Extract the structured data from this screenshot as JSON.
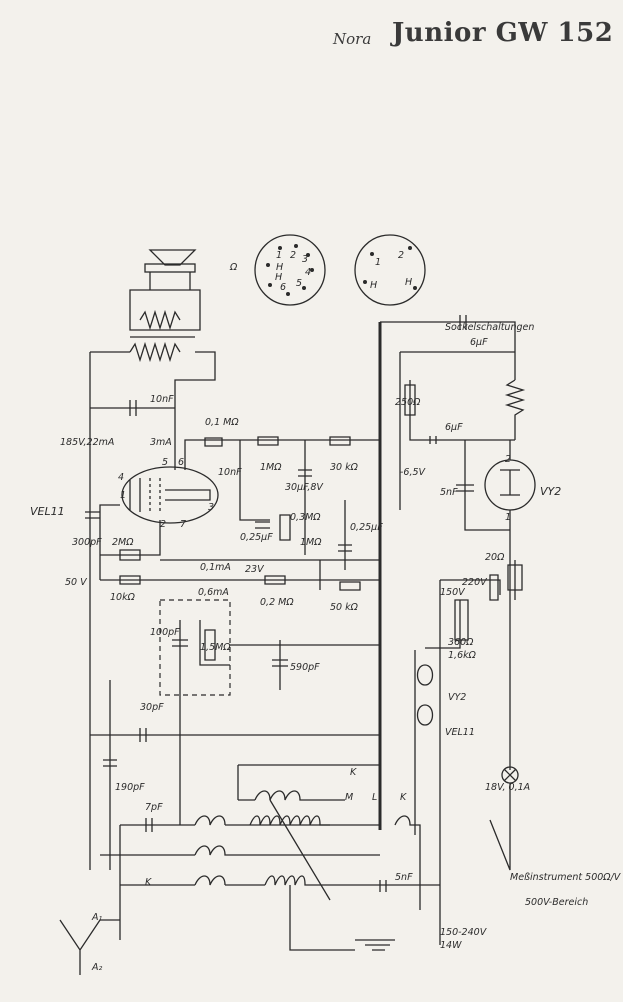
{
  "header": {
    "brand": "Nora",
    "model": "Junior GW 152"
  },
  "tubes": {
    "output": "VEL11",
    "rectifier": "VY2"
  },
  "socket_label": "Sockelschaltungen",
  "pins": {
    "a": [
      "1",
      "2",
      "3",
      "4",
      "5",
      "6",
      "H",
      "H"
    ],
    "b": [
      "1",
      "2",
      "H",
      "H"
    ]
  },
  "pin_symbol": "Ω",
  "labels": {
    "c10n": "10nF",
    "r01m": "0,1 MΩ",
    "v185": "185V,22mA",
    "i3": "3mA",
    "c10n2": "10nF",
    "r1m_a": "1MΩ",
    "c30u": "30µF,8V",
    "r30k": "30 kΩ",
    "r250": "250Ω",
    "v65": "-6,5V",
    "c6u_top": "6µF",
    "c6u_mid": "6µF",
    "c5n_r": "5nF",
    "c300p": "300pF",
    "r2m": "2MΩ",
    "r03m": "0,3MΩ",
    "r1m_b": "1MΩ",
    "c025a": "0,25µF",
    "c025b": "0,25µF",
    "i01": "0,1mA",
    "v50": "50 V",
    "r10k": "10kΩ",
    "v23": "23V",
    "r02m": "0,2 MΩ",
    "r50k": "50 kΩ",
    "i06": "0,6mA",
    "c100p": "100pF",
    "r15m": "1,5MΩ",
    "c590p": "590pF",
    "v150": "150V",
    "r360": "360Ω",
    "r16k": "1,6kΩ",
    "v220": "220V",
    "r20": "20Ω",
    "c30p": "30pF",
    "c190p": "190pF",
    "c7p": "7pF",
    "c5n_b": "5nF",
    "k1": "K",
    "k2": "K",
    "m": "M",
    "l": "L",
    "k3": "K",
    "v18": "18V, 0,1A",
    "meter1": "Meßinstrument 500Ω/V",
    "meter2": "500V-Bereich",
    "mains1": "150-240V",
    "mains2": "14W",
    "a1": "A₁",
    "a2": "A₂",
    "t2": "2",
    "t1": "1",
    "pin5": "5",
    "pin6": "6",
    "pin4": "4",
    "pin1": "1",
    "pin2": "2",
    "pin7": "7",
    "pin3": "3"
  }
}
